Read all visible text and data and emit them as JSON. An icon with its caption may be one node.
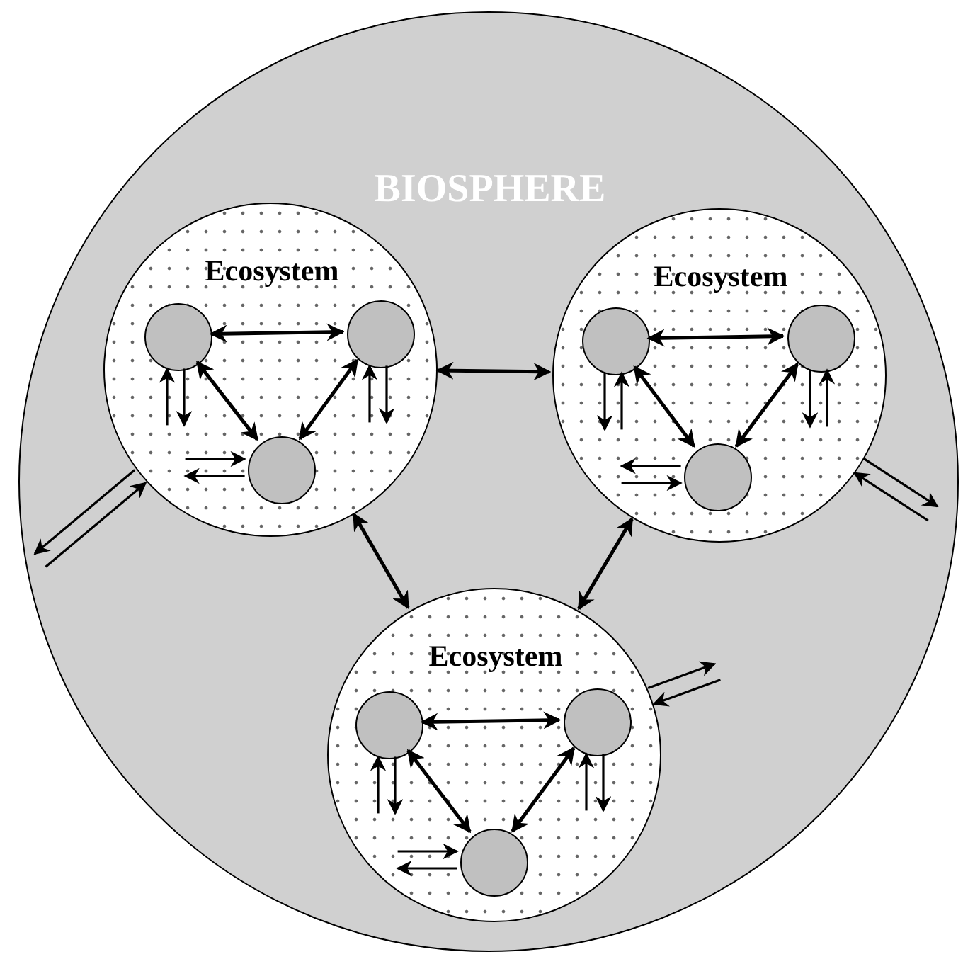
{
  "diagram": {
    "nodes": [
      {
        "text": [
          "BIOSPHERE"
        ]
      },
      {
        "text": [
          "Ecosystem"
        ],
        "in": 0
      },
      {
        "text": [],
        "shape": "circle",
        "in": 1
      },
      {
        "text": [],
        "shape": "circle",
        "in": 1
      },
      {
        "text": [],
        "shape": "circle",
        "in": 1
      },
      {
        "text": [
          "Ecosystem"
        ],
        "in": 0
      },
      {
        "text": [],
        "shape": "circle",
        "in": 5
      },
      {
        "text": [],
        "shape": "circle",
        "in": 5
      },
      {
        "text": [],
        "shape": "circle",
        "in": 5
      },
      {
        "text": [
          "Ecosystem"
        ],
        "in": 0
      },
      {
        "text": [],
        "shape": "circle",
        "in": 9
      },
      {
        "text": [],
        "shape": "circle",
        "in": 9
      },
      {
        "text": [],
        "shape": "circle",
        "in": 9
      }
    ],
    "edges": [
      {
        "from": 1,
        "to": 5,
        "arrow": "both"
      },
      {
        "from": 1,
        "to": 9,
        "arrow": "both"
      },
      {
        "from": 5,
        "to": 9,
        "arrow": "both"
      },
      {
        "from": 2,
        "to": 3,
        "arrow": "both"
      },
      {
        "from": 2,
        "to": 4,
        "arrow": "both"
      },
      {
        "from": 3,
        "to": 4,
        "arrow": "both"
      },
      {
        "from": null,
        "to": 2,
        "arrow": "to"
      },
      {
        "from": 2,
        "to": null,
        "arrow": "to"
      },
      {
        "from": null,
        "to": 3,
        "arrow": "to"
      },
      {
        "from": 3,
        "to": null,
        "arrow": "to"
      },
      {
        "from": null,
        "to": 4,
        "arrow": "to"
      },
      {
        "from": 4,
        "to": null,
        "arrow": "to"
      },
      {
        "from": null,
        "to": 1,
        "arrow": "to"
      },
      {
        "from": 1,
        "to": null,
        "arrow": "to"
      },
      {
        "from": 6,
        "to": 7,
        "arrow": "both"
      },
      {
        "from": 6,
        "to": 8,
        "arrow": "both"
      },
      {
        "from": 7,
        "to": 8,
        "arrow": "both"
      },
      {
        "from": null,
        "to": 6,
        "arrow": "to"
      },
      {
        "from": 6,
        "to": null,
        "arrow": "to"
      },
      {
        "from": null,
        "to": 7,
        "arrow": "to"
      },
      {
        "from": 7,
        "to": null,
        "arrow": "to"
      },
      {
        "from": null,
        "to": 8,
        "arrow": "to"
      },
      {
        "from": 8,
        "to": null,
        "arrow": "to"
      },
      {
        "from": null,
        "to": 5,
        "arrow": "to"
      },
      {
        "from": 5,
        "to": null,
        "arrow": "to"
      },
      {
        "from": 10,
        "to": 11,
        "arrow": "both"
      },
      {
        "from": 10,
        "to": 12,
        "arrow": "both"
      },
      {
        "from": 11,
        "to": 12,
        "arrow": "both"
      },
      {
        "from": null,
        "to": 10,
        "arrow": "to"
      },
      {
        "from": 10,
        "to": null,
        "arrow": "to"
      },
      {
        "from": null,
        "to": 11,
        "arrow": "to"
      },
      {
        "from": 11,
        "to": null,
        "arrow": "to"
      },
      {
        "from": null,
        "to": 12,
        "arrow": "to"
      },
      {
        "from": 12,
        "to": null,
        "arrow": "to"
      },
      {
        "from": null,
        "to": 9,
        "arrow": "to"
      },
      {
        "from": 9,
        "to": null,
        "arrow": "to"
      }
    ]
  }
}
